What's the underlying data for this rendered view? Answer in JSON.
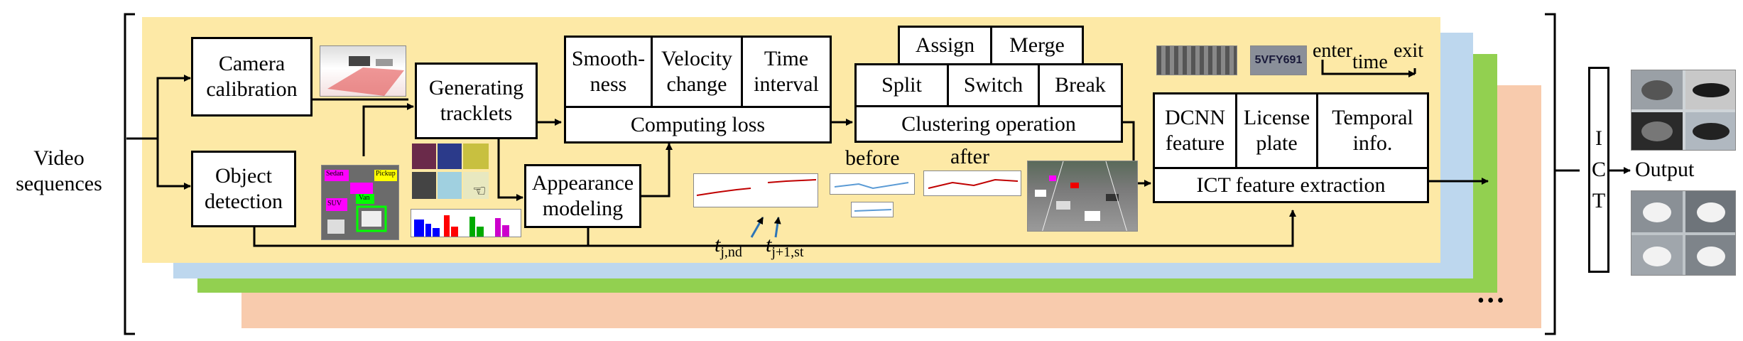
{
  "input_label": "Video\nsequences",
  "output_label": "Output",
  "ict_label": "I\nC\nT",
  "dots": "•••",
  "boxes": {
    "camera_calibration": "Camera\ncalibration",
    "object_detection": "Object\ndetection",
    "generating_tracklets": "Generating\ntracklets",
    "appearance_modeling": "Appearance\nmodeling",
    "smoothness": "Smooth-\nness",
    "velocity_change": "Velocity\nchange",
    "time_interval": "Time\ninterval",
    "computing_loss": "Computing loss",
    "assign": "Assign",
    "merge": "Merge",
    "split": "Split",
    "switch": "Switch",
    "break": "Break",
    "clustering_operation": "Clustering operation",
    "dcnn_feature": "DCNN\nfeature",
    "license_plate": "License\nplate",
    "temporal_info": "Temporal\ninfo.",
    "ict_feature_extraction": "ICT feature extraction"
  },
  "annotations": {
    "before": "before",
    "after": "after",
    "t_end": "t",
    "t_end_sub": "j,nd",
    "t_start": "t",
    "t_start_sub": "j+1,st",
    "enter": "enter",
    "time": "time",
    "exit": "exit",
    "detect_tags": [
      "Sedan",
      "Pickup",
      "Van",
      "SUV"
    ],
    "plate_text": "5VFY691"
  },
  "colors": {
    "yellow": "#fde9a6",
    "blue": "#bdd7ee",
    "green": "#92d050",
    "peach": "#f8cbad",
    "magenta": "#ff00ff"
  }
}
